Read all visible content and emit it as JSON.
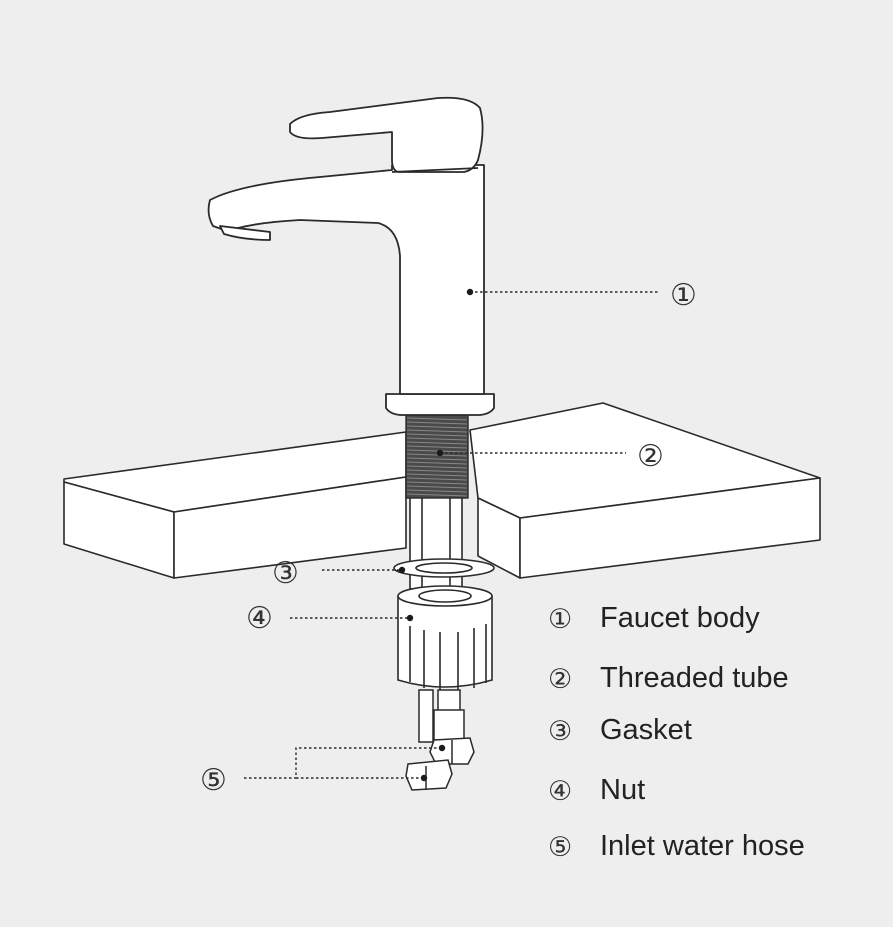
{
  "callouts": [
    {
      "number": "①",
      "label": "Faucet body"
    },
    {
      "number": "②",
      "label": "Threaded tube"
    },
    {
      "number": "③",
      "label": "Gasket"
    },
    {
      "number": "④",
      "label": "Nut"
    },
    {
      "number": "⑤",
      "label": "Inlet water hose"
    }
  ],
  "colors": {
    "background": "#eeeeee",
    "line": "#2a2a2a",
    "fill": "#ffffff",
    "thread": "#555555"
  }
}
